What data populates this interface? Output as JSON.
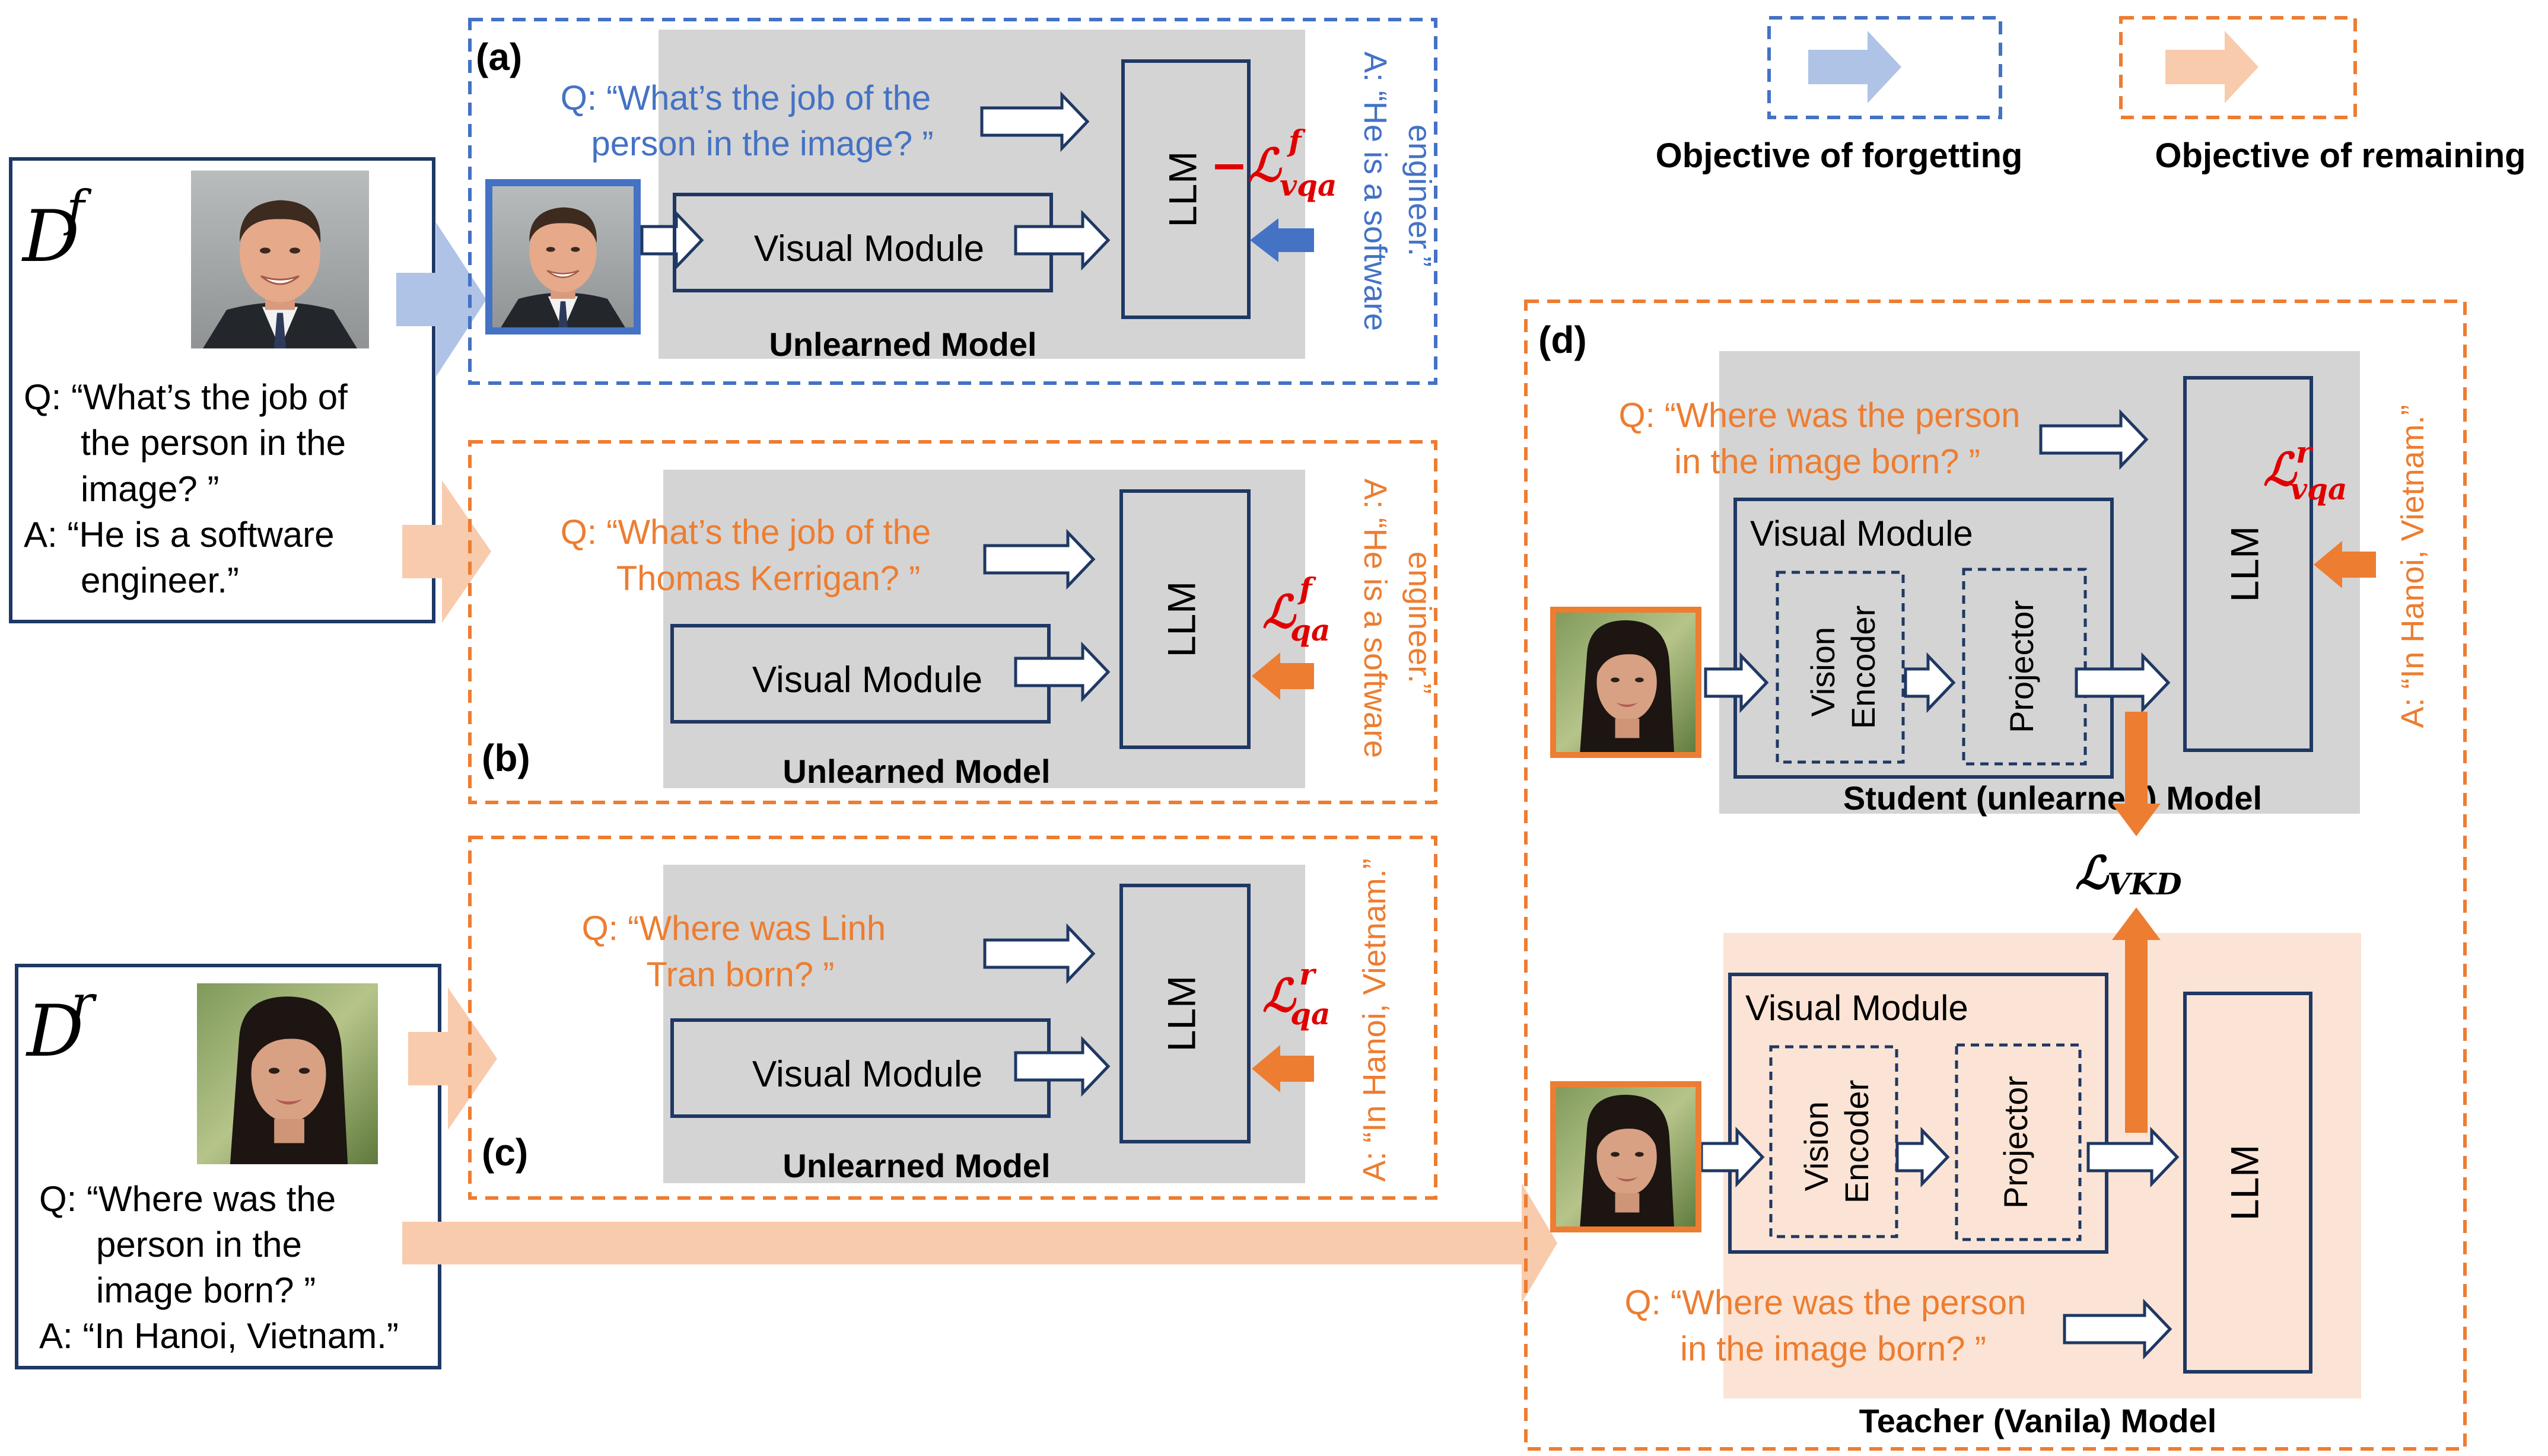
{
  "colors": {
    "forget_blue": "#4472c4",
    "forget_blue_fill": "#aec3e6",
    "remain_orange": "#ed7d31",
    "remain_orange_fill": "#f8cbad",
    "teacher_bg": "#fbe4d5",
    "model_gray": "#d4d4d4",
    "navy": "#1f3864",
    "loss_red": "#e00000"
  },
  "legend": {
    "forgetting_label": "Objective of forgetting",
    "remaining_label": "Objective of remaining"
  },
  "forget_set": {
    "symbol": "D",
    "superscript": "f",
    "question_lines": [
      "Q: “What’s the job of",
      "the person in the",
      "image? ”"
    ],
    "answer_lines": [
      "A: “He is a software",
      "engineer.”"
    ],
    "photo": "man-headshot"
  },
  "retain_set": {
    "symbol": "D",
    "superscript": "r",
    "question_lines": [
      "Q: “Where was the",
      "person in the",
      "image born? ”"
    ],
    "answer_lines": [
      "A: “In Hanoi, Vietnam.”"
    ],
    "photo": "woman-headshot"
  },
  "panel_a": {
    "label": "(a)",
    "question_lines": [
      "Q: “What’s the job of the",
      "person in the image? ”"
    ],
    "visual_module": "Visual Module",
    "llm": "LLM",
    "model_label": "Unlearned Model",
    "loss": "−ℒ",
    "loss_sup": "f",
    "loss_sub": "vqa",
    "answer_lines": [
      "A: “He is a software",
      "engineer.”"
    ]
  },
  "panel_b": {
    "label": "(b)",
    "question_lines": [
      "Q: “What’s the job of the",
      "Thomas Kerrigan? ”"
    ],
    "visual_module": "Visual Module",
    "llm": "LLM",
    "model_label": "Unlearned Model",
    "loss": "ℒ",
    "loss_sup": "f",
    "loss_sub": "qa",
    "answer_lines": [
      "A: “He is a software",
      "engineer.”"
    ]
  },
  "panel_c": {
    "label": "(c)",
    "question_lines": [
      "Q: “Where was Linh",
      "Tran born? ”"
    ],
    "visual_module": "Visual Module",
    "llm": "LLM",
    "model_label": "Unlearned Model",
    "loss": "ℒ",
    "loss_sup": "r",
    "loss_sub": "qa",
    "answer_lines": [
      "A: “In Hanoi, Vietnam.”"
    ]
  },
  "panel_d": {
    "label": "(d)",
    "student": {
      "question_lines": [
        "Q: “Where was the person",
        "in the image born? ”"
      ],
      "visual_module": "Visual Module",
      "vision_encoder": [
        "Vision",
        "Encoder"
      ],
      "projector": "Projector",
      "llm": "LLM",
      "model_label": "Student (unlearned) Model",
      "loss": "ℒ",
      "loss_sup": "r",
      "loss_sub": "vqa",
      "answer_lines": [
        "A: “In Hanoi, Vietnam.”"
      ]
    },
    "vkd_loss": "ℒ",
    "vkd_sub": "VKD",
    "teacher": {
      "question_lines": [
        "Q: “Where was the person",
        "in the image born? ”"
      ],
      "visual_module": "Visual Module",
      "vision_encoder": [
        "Vision",
        "Encoder"
      ],
      "projector": "Projector",
      "llm": "LLM",
      "model_label": "Teacher (Vanila) Model"
    }
  }
}
